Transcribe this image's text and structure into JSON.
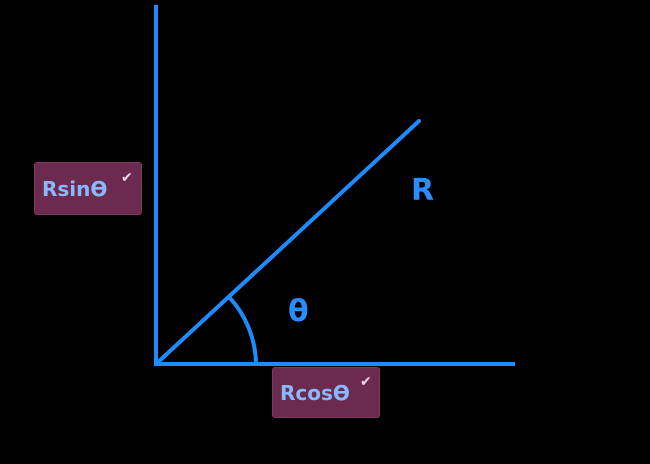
{
  "diagram": {
    "colors": {
      "background": "#000000",
      "line": "#1e8cff",
      "label": "#2a8dff",
      "tag_background": "#6b2a4e",
      "tag_text": "#8ab8ff",
      "checkmark": "#f1d7ea"
    },
    "labels": {
      "hypotenuse": "R",
      "angle": "θ"
    },
    "tags": {
      "vertical_component": "Rsinϴ",
      "horizontal_component": "Rcosϴ",
      "check_icon": "✔"
    }
  }
}
